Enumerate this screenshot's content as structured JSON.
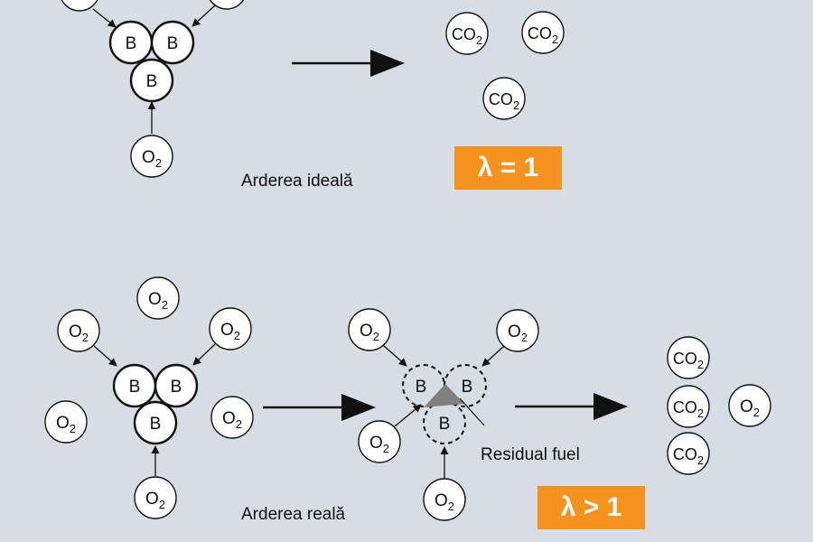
{
  "captions": {
    "ideal": "Arderea ideală",
    "real": "Arderea reală",
    "residual": "Residual fuel"
  },
  "badges": {
    "ideal": "λ = 1",
    "real": "λ > 1"
  },
  "labels": {
    "fuel": "B",
    "oxygen_base": "O",
    "co2_base": "CO",
    "subscript": "2"
  },
  "colors": {
    "background": "#d7dde3",
    "badge": "#f6921e",
    "molecule_fill": "#ffffff",
    "stroke": "#111111",
    "residual_marker": "#808080"
  }
}
